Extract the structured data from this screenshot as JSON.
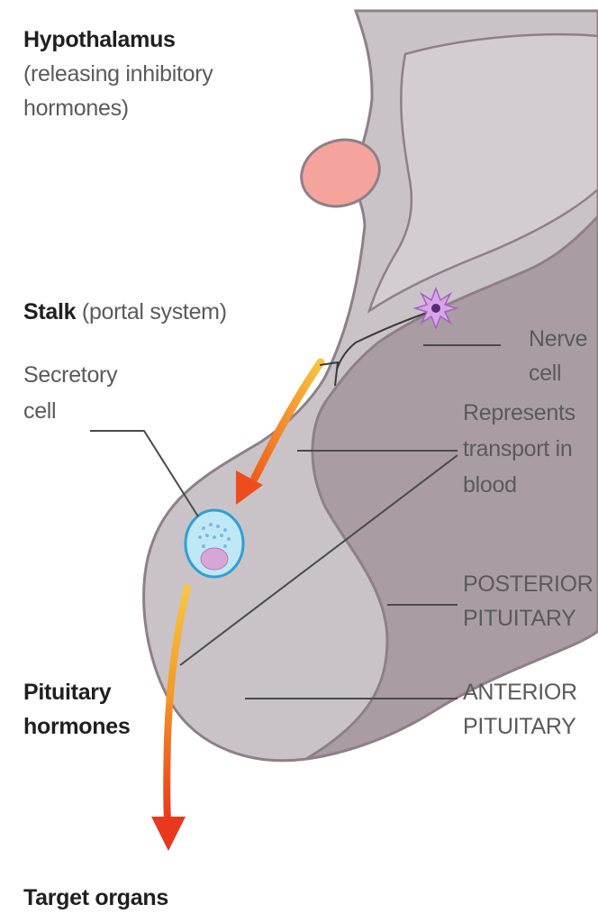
{
  "labels": {
    "hypothalamus": "Hypothalamus",
    "releasing_1": "(releasing inhibitory",
    "releasing_2": "hormones)",
    "stalk": "Stalk",
    "stalk_note": "(portal system)",
    "secretory_1": "Secretory",
    "secretory_2": "cell",
    "nerve_1": "Nerve",
    "nerve_2": "cell",
    "represents_1": "Represents",
    "represents_2": "transport in",
    "represents_3": "blood",
    "posterior_1": "POSTERIOR",
    "posterior_2": "PITUITARY",
    "anterior_1": "ANTERIOR",
    "anterior_2": "PITUITARY",
    "pituitary_1": "Pituitary",
    "pituitary_2": "hormones",
    "target": "Target organs"
  },
  "colors": {
    "anterior_fill": "#c9c3c7",
    "posterior_fill": "#a99da3",
    "outline": "#8e7f88",
    "hypothalamus_nucleus": "#f4a49c",
    "secretory_cell": "#bfe8f6",
    "secretory_outline": "#2f9fd4",
    "cell_nucleus": "#d8a6d6",
    "arrow_orange": "#f08a1e",
    "arrow_red": "#e8381e",
    "nerve_cell": "#a85fc4"
  }
}
